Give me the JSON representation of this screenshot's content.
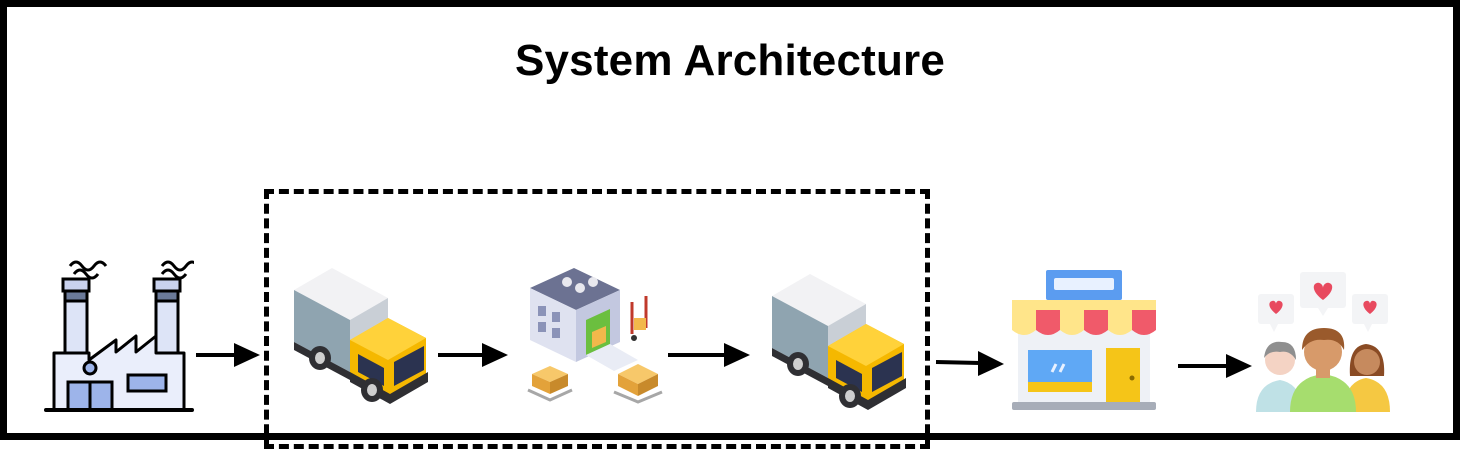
{
  "diagram": {
    "title": "System Architecture",
    "nodes": [
      {
        "id": "factory",
        "icon": "factory-icon"
      },
      {
        "id": "truck-1",
        "icon": "delivery-truck-icon"
      },
      {
        "id": "warehouse",
        "icon": "warehouse-icon"
      },
      {
        "id": "truck-2",
        "icon": "delivery-truck-icon"
      },
      {
        "id": "store",
        "icon": "store-icon"
      },
      {
        "id": "customers",
        "icon": "customers-icon"
      }
    ],
    "edges": [
      [
        "factory",
        "truck-1"
      ],
      [
        "truck-1",
        "warehouse"
      ],
      [
        "warehouse",
        "truck-2"
      ],
      [
        "truck-2",
        "store"
      ],
      [
        "store",
        "customers"
      ]
    ],
    "group": {
      "style": "dashed",
      "contains": [
        "truck-1",
        "warehouse",
        "truck-2"
      ]
    }
  },
  "colors": {
    "frame": "#000000",
    "truck_yellow": "#f5c518",
    "truck_cargo": "#e6e9ee",
    "warehouse_blue": "#c9cde3",
    "box_orange": "#f2b84b",
    "awning_red": "#f05a6a",
    "heart_red": "#e84a5f"
  }
}
